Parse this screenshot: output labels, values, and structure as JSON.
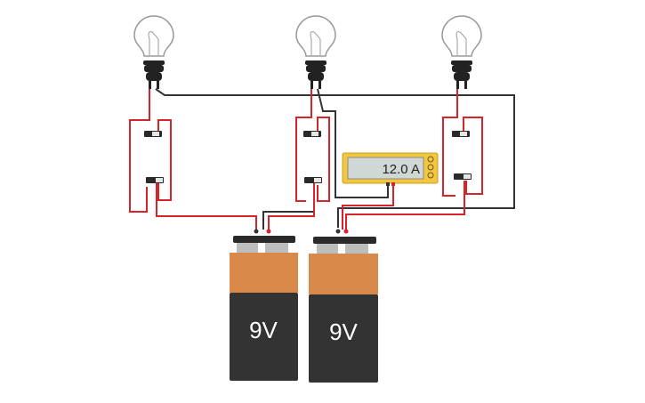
{
  "multimeter": {
    "reading": "12.0 A",
    "body_color": "#f3c640",
    "screen_color": "#cfd8d4"
  },
  "batteries": [
    {
      "label": "9V"
    },
    {
      "label": "9V"
    }
  ],
  "bulbs": [
    {
      "name": "bulb-left"
    },
    {
      "name": "bulb-center"
    },
    {
      "name": "bulb-right"
    }
  ],
  "colors": {
    "wire_red": "#d9232b",
    "wire_black": "#333333",
    "battery_top": "#d98a4a",
    "battery_body": "#333333",
    "battery_terminal": "#bdbdbd"
  }
}
